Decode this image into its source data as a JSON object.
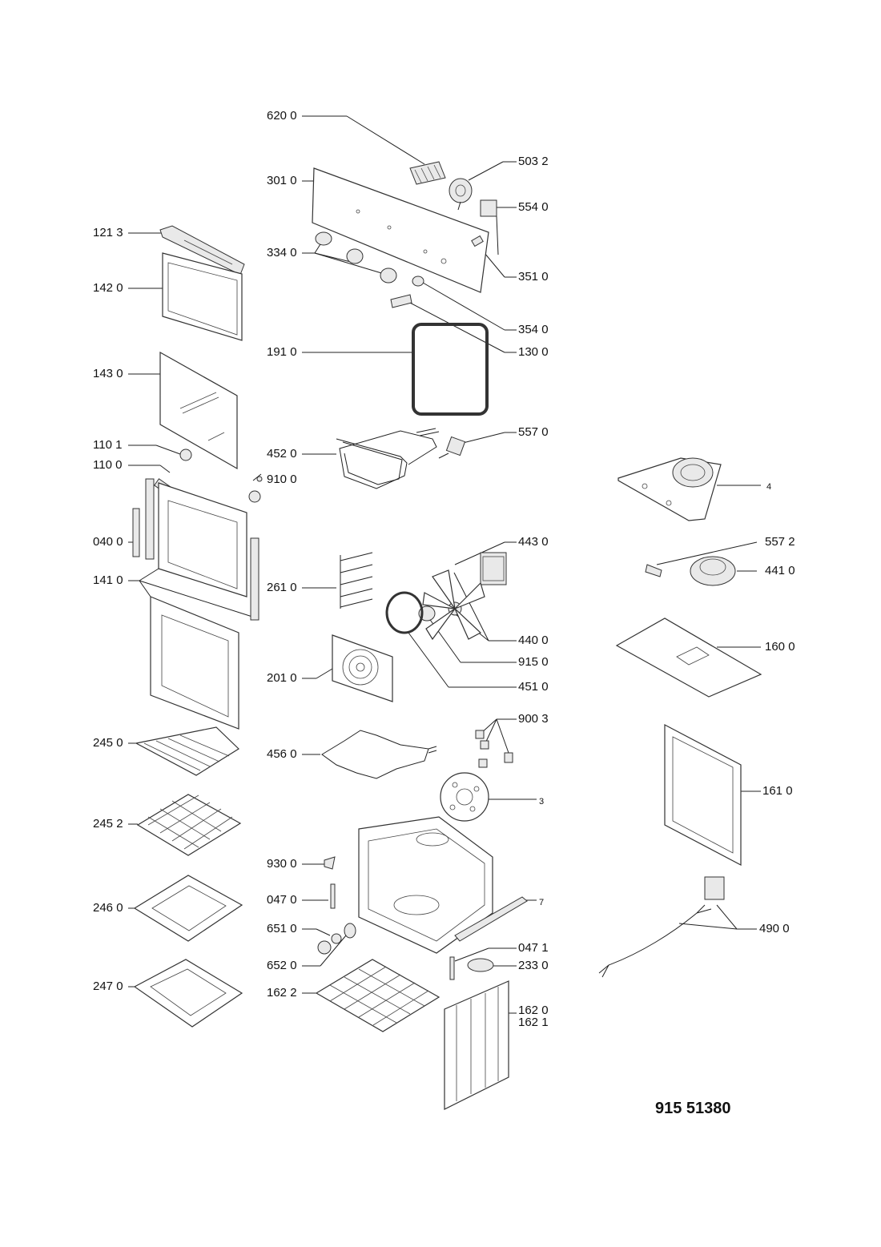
{
  "document_number": "915 51380",
  "labels": {
    "620_0": "620 0",
    "503_2": "503 2",
    "301_0": "301 0",
    "554_0": "554 0",
    "121_3": "121 3",
    "334_0": "334 0",
    "142_0": "142 0",
    "351_0": "351 0",
    "354_0": "354 0",
    "191_0": "191 0",
    "130_0": "130 0",
    "143_0": "143 0",
    "557_0": "557 0",
    "452_0": "452 0",
    "110_1": "110 1",
    "110_0": "110 0",
    "910_0": "910 0",
    "4": "4",
    "040_0": "040 0",
    "443_0": "443 0",
    "557_2": "557 2",
    "141_0": "141 0",
    "441_0": "441 0",
    "261_0": "261 0",
    "440_0": "440 0",
    "160_0": "160 0",
    "915_0": "915 0",
    "201_0": "201 0",
    "451_0": "451 0",
    "900_3": "900 3",
    "245_0": "245 0",
    "456_0": "456 0",
    "161_0": "161 0",
    "3": "3",
    "245_2": "245 2",
    "930_0": "930 0",
    "047_0": "047 0",
    "7": "7",
    "246_0": "246 0",
    "651_0": "651 0",
    "490_0": "490 0",
    "047_1": "047 1",
    "652_0": "652 0",
    "233_0": "233 0",
    "247_0": "247 0",
    "162_2": "162 2",
    "162_0": "162 0",
    "162_1": "162 1"
  }
}
